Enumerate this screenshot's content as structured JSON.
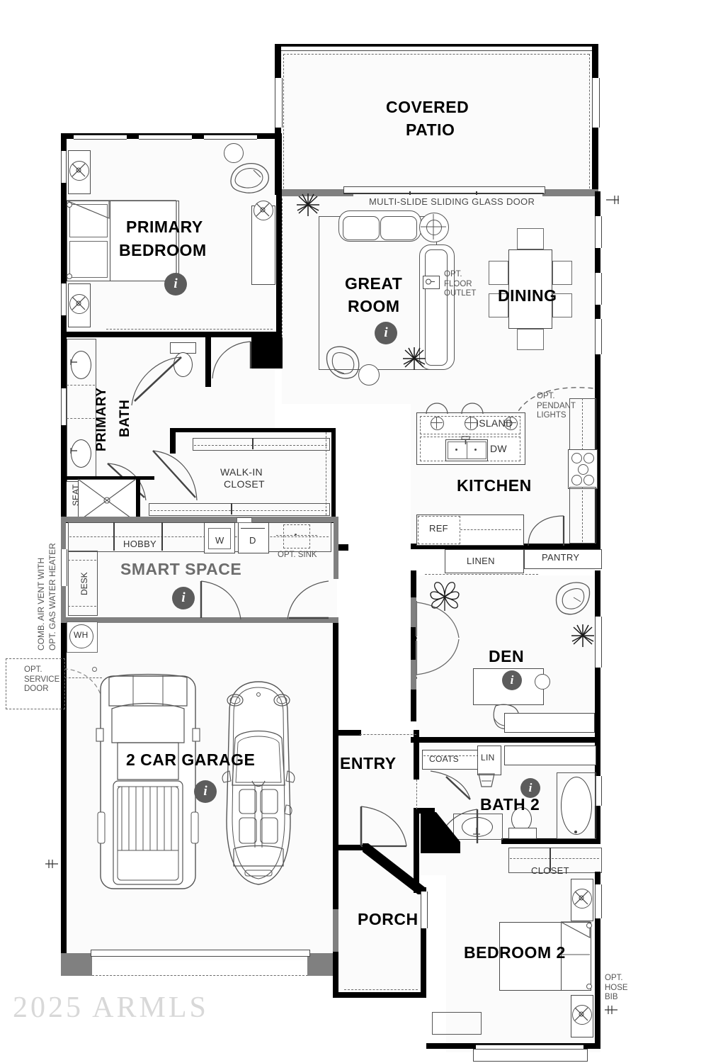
{
  "plan": {
    "watermark": "2025 ARMLS",
    "rooms": [
      {
        "id": "covered_patio",
        "label": "COVERED PATIO",
        "line1": "COVERED",
        "line2": "PATIO"
      },
      {
        "id": "primary_bedroom",
        "label": "PRIMARY BEDROOM",
        "line1": "PRIMARY",
        "line2": "BEDROOM"
      },
      {
        "id": "great_room",
        "label": "GREAT ROOM",
        "line1": "GREAT",
        "line2": "ROOM"
      },
      {
        "id": "dining",
        "label": "DINING"
      },
      {
        "id": "kitchen",
        "label": "KITCHEN"
      },
      {
        "id": "primary_bath",
        "label": "PRIMARY BATH",
        "line1": "PRIMARY",
        "line2": "BATH"
      },
      {
        "id": "walk_in_closet",
        "label": "WALK-IN CLOSET",
        "line1": "WALK-IN",
        "line2": "CLOSET"
      },
      {
        "id": "smart_space",
        "label": "SMART SPACE"
      },
      {
        "id": "garage",
        "label": "2 CAR GARAGE"
      },
      {
        "id": "den",
        "label": "DEN"
      },
      {
        "id": "entry",
        "label": "ENTRY"
      },
      {
        "id": "bath_2",
        "label": "BATH 2"
      },
      {
        "id": "porch",
        "label": "PORCH"
      },
      {
        "id": "bedroom_2",
        "label": "BEDROOM 2"
      }
    ],
    "annotations": {
      "sliding_door": "MULTI-SLIDE SLIDING GLASS DOOR",
      "opt_floor_outlet_l1": "OPT.",
      "opt_floor_outlet_l2": "FLOOR",
      "opt_floor_outlet_l3": "OUTLET",
      "opt_pendant_l1": "OPT.",
      "opt_pendant_l2": "PENDANT",
      "opt_pendant_l3": "LIGHTS",
      "island": "ISLAND",
      "dishwasher": "DW",
      "refrigerator": "REF",
      "linen_kitchen": "LINEN",
      "pantry": "PANTRY",
      "seat": "SEAT",
      "hobby": "HOBBY",
      "washer": "W",
      "dryer": "D",
      "opt_sink": "OPT. SINK",
      "desk": "DESK",
      "water_heater": "WH",
      "comb_air_vent": "COMB. AIR VENT WITH",
      "opt_gas_water_heater": "OPT. GAS WATER HEATER",
      "opt_service_l1": "OPT.",
      "opt_service_l2": "SERVICE",
      "opt_service_l3": "DOOR",
      "coats": "COATS",
      "linen_hall": "LIN",
      "closet_bed2": "CLOSET",
      "opt_hose_l1": "OPT.",
      "opt_hose_l2": "HOSE",
      "opt_hose_l3": "BIB"
    },
    "info_markers": [
      {
        "id": "info-primary-bedroom",
        "glyph": "i"
      },
      {
        "id": "info-great-room",
        "glyph": "i"
      },
      {
        "id": "info-smart-space",
        "glyph": "i"
      },
      {
        "id": "info-garage",
        "glyph": "i"
      },
      {
        "id": "info-den",
        "glyph": "i"
      },
      {
        "id": "info-bath2",
        "glyph": "i"
      }
    ],
    "colors": {
      "wall": "#000000",
      "wall_secondary": "#808080",
      "info_badge": "#5c5c5c",
      "room_fill": "#fbfbfb",
      "annotation_text": "#4a4a4a",
      "watermark": "#d8d8d8",
      "smart_space_label": "#6d6d6d"
    }
  }
}
